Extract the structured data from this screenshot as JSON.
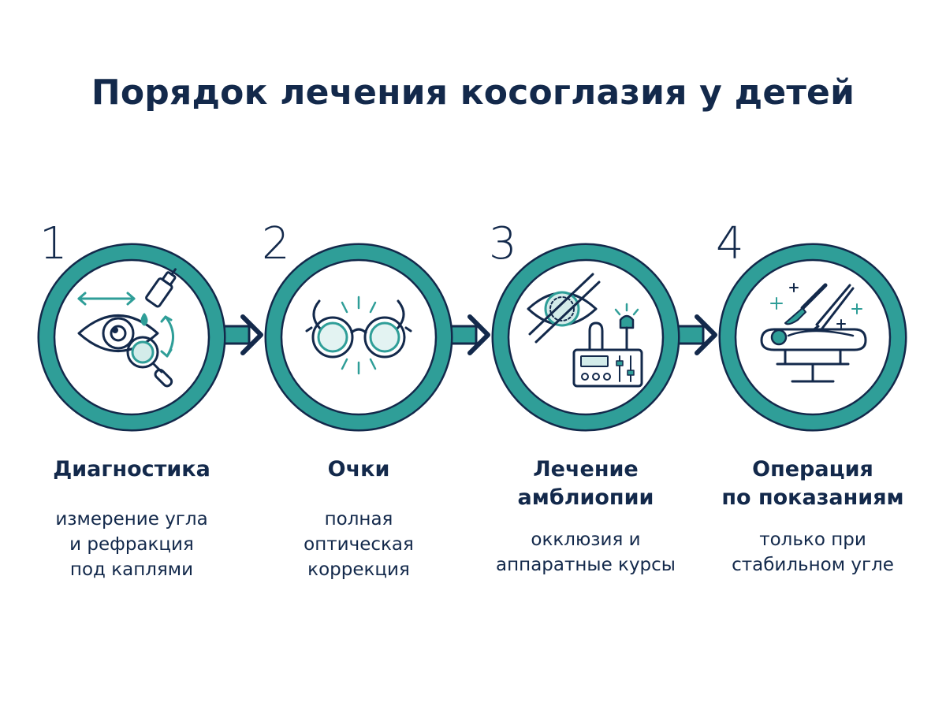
{
  "title": "Порядок лечения косоглазия у детей",
  "colors": {
    "teal": "#2f9e98",
    "navy": "#13294b",
    "text": "#13294b"
  },
  "steps": [
    {
      "number": "1",
      "title": "Диагностика",
      "description": "измерение угла\nи рефракция\nпод каплями",
      "icons": [
        "eye-icon",
        "eye-drops-icon",
        "magnifier-icon",
        "measure-arrows-icon"
      ]
    },
    {
      "number": "2",
      "title": "Очки",
      "description": "полная\nоптическая\nкоррекция",
      "icons": [
        "glasses-icon"
      ]
    },
    {
      "number": "3",
      "title": "Лечение\nамблиопии",
      "description": "окклюзия и\nаппаратные курсы",
      "icons": [
        "occluded-eye-icon",
        "training-device-icon"
      ]
    },
    {
      "number": "4",
      "title": "Операция\nпо показаниям",
      "description": "только при\nстабильном угле",
      "icons": [
        "scalpel-icon",
        "tweezers-icon",
        "operating-table-icon"
      ]
    }
  ]
}
